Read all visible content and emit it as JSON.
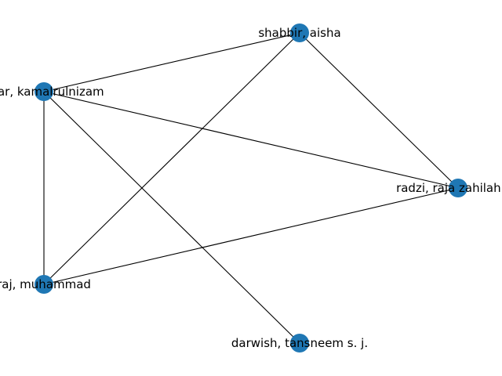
{
  "graph": {
    "node_color": "#1f77b4",
    "edge_color": "#000000",
    "nodes": [
      {
        "id": "shabbir",
        "label": "shabbir, aisha"
      },
      {
        "id": "kamalrulnizam",
        "label": "akar, kamalrulnizam"
      },
      {
        "id": "radzi",
        "label": "radzi, raja zahilah raj"
      },
      {
        "id": "muhammad",
        "label": "raj, muhammad"
      },
      {
        "id": "darwish",
        "label": "darwish, tansneem s. j."
      }
    ],
    "edges": [
      [
        "kamalrulnizam",
        "shabbir"
      ],
      [
        "kamalrulnizam",
        "radzi"
      ],
      [
        "kamalrulnizam",
        "muhammad"
      ],
      [
        "kamalrulnizam",
        "darwish"
      ],
      [
        "shabbir",
        "muhammad"
      ],
      [
        "shabbir",
        "radzi"
      ],
      [
        "muhammad",
        "radzi"
      ]
    ]
  }
}
